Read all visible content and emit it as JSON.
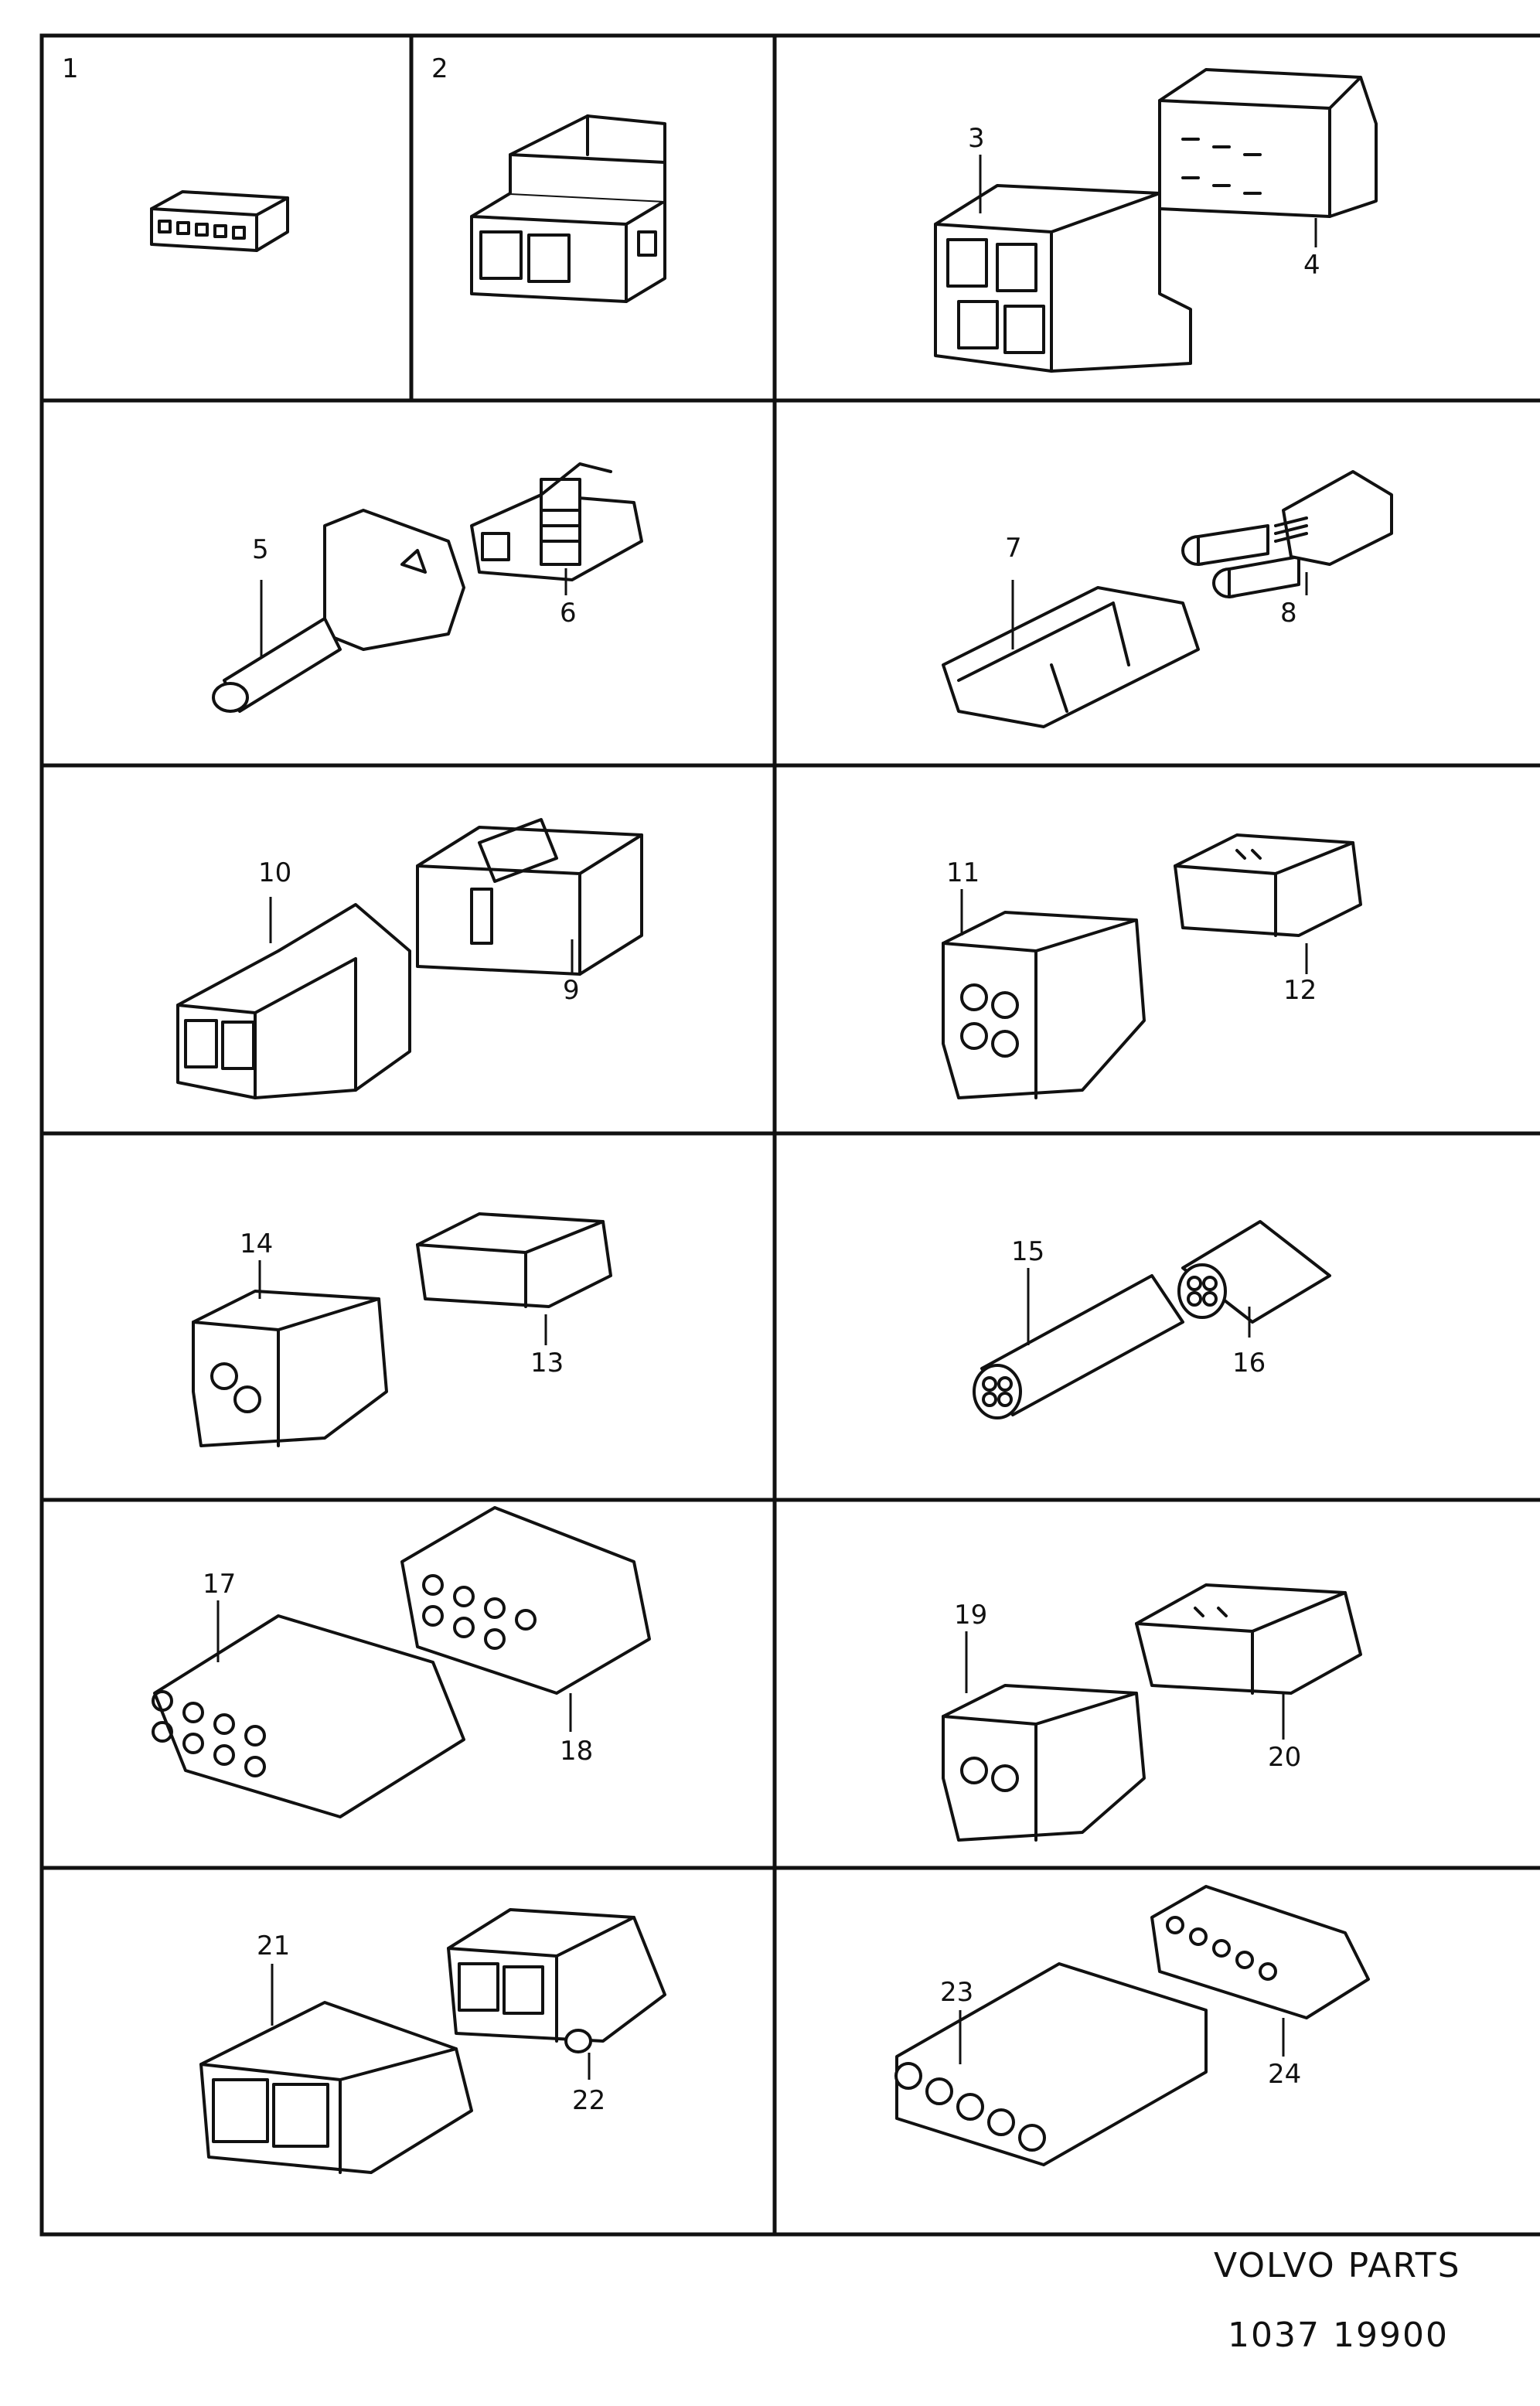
{
  "title": "Connector parts diagram",
  "labels": {
    "p1": "1",
    "p2": "2",
    "p3": "3",
    "p4": "4",
    "p5": "5",
    "p6": "6",
    "p7": "7",
    "p8": "8",
    "p9": "9",
    "p10": "10",
    "p11": "11",
    "p12": "12",
    "p13": "13",
    "p14": "14",
    "p15": "15",
    "p16": "16",
    "p17": "17",
    "p18": "18",
    "p19": "19",
    "p20": "20",
    "p21": "21",
    "p22": "22",
    "p23": "23",
    "p24": "24"
  },
  "footer": {
    "brand": "VOLVO PARTS",
    "code": "1037  19900"
  }
}
